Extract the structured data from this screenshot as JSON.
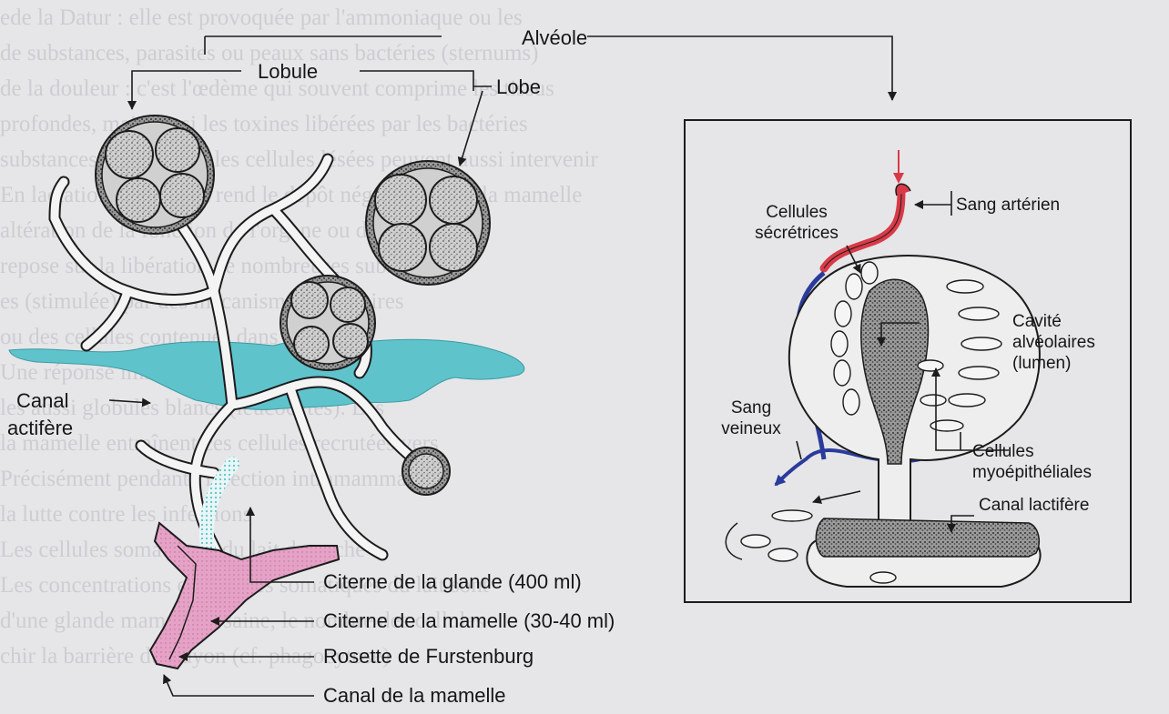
{
  "labels": {
    "alveole": "Alvéole",
    "lobule": "Lobule",
    "lobe": "Lobe",
    "canal_lactifere_left_1": "Canal",
    "canal_lactifere_left_2": "actifère",
    "citerne_glande": "Citerne de la glande (400 ml)",
    "citerne_mamelle": "Citerne de la mamelle (30-40 ml)",
    "rosette": "Rosette de Furstenburg",
    "canal_mamelle": "Canal de la mamelle",
    "cellules_secretrices_1": "Cellules",
    "cellules_secretrices_2": "sécrétrices",
    "sang_arteriel": "Sang artérien",
    "cavite_1": "Cavité",
    "cavite_2": "alvéolaires",
    "cavite_3": "(lumen)",
    "sang_veineux_1": "Sang",
    "sang_veineux_2": "veineux",
    "cellules_myo_1": "Cellules",
    "cellules_myo_2": "myoépithéliales",
    "canal_lactifere_right": "Canal lactifère"
  },
  "background_text": [
    "ede la Datur : elle est provoquée par l'ammoniaque ou les",
    "de substances, parasites ou peaux sans bactéries (sternums)",
    "de la douleur : c'est l'œdème qui souvent comprime les tissus",
    "profondes, mais aussi les toxines libérées par les bactéries",
    "substances libérées par les cellules lésées peuvent aussi intervenir",
    "",
    "En lactation, cet aspect rend le dépôt négatif lorsque la mamelle",
    "altération de la fonction de l'organe ou du tissu atteint",
    "repose sur la libération de nombreuses substances",
    "es (stimulée) par des mécanismes cellulaires",
    "ou des cellules contenues dans des tissus",
    "Une réponse immune s'appuie sur",
    "les aussi globules blancs (leucocytes). Les",
    "la mamelle entraînent ces cellules recrutées vers",
    "Précisément pendant l'infection intramammaire",
    "la lutte contre les infections",
    "Les cellules somatiques du lait de vache",
    "",
    "Les concentrations en cellules somatiques du lait sont",
    "d'une glande mammaire saine, le nombre des cellules",
    "chir la barrière du trayon (cf. phagocytose)"
  ],
  "colors": {
    "milk_duct": "#5fc3cc",
    "cistern": "#e6a2c6",
    "artery": "#d93a48",
    "vein": "#2a3b9c",
    "ink": "#1c1c1c"
  }
}
